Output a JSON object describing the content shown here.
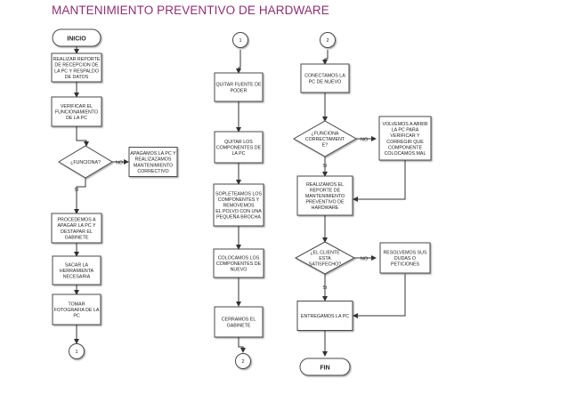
{
  "title": "MANTENIMIENTO PREVENTIVO DE HARDWARE",
  "colors": {
    "title": "#8e2f73",
    "stroke": "#4a4a4a",
    "line": "#333333"
  },
  "nodes": {
    "inicio": "INICIO",
    "fin": "FIN",
    "conn_top_1": "1",
    "conn_top_2": "2",
    "conn_end_1": "1",
    "conn_end_2": "2",
    "realizar_reporte": [
      "REALIZAR REPORTE",
      "DE RECEPCION DE",
      "LA PC Y RESPALDO",
      "DE DATOS"
    ],
    "verificar": [
      "VERIFICAR EL",
      "FUNCIONAMIENTO",
      "DE LA PC"
    ],
    "funciona": [
      "¿FUNCIONA?"
    ],
    "apagamos_pc": [
      "APAGAMOS LA PC Y",
      "REALIZAZAMOS",
      "MANTENIMIENTO",
      "CORRECTIVO"
    ],
    "procedemos": [
      "PROCEDEMOS A",
      "APAGAR LA PC Y",
      "DESTAPAR EL",
      "GABINETE"
    ],
    "sacar": [
      "SACAR LA",
      "HERRAMIENTA",
      "NECESARIA"
    ],
    "tomar": [
      "TOMAR",
      "FOTOGRAFIA DE LA",
      "PC"
    ],
    "quitar_fuente": [
      "QUITAR FUENTE DE",
      "PODER"
    ],
    "quitar_componentes": [
      "QUITAR LOS",
      "COMPONENTES DE",
      "LA PC"
    ],
    "sopleteamos": [
      "SOPLETEAMOS LOS",
      "COMPONENTES Y",
      "REMOVEMOS",
      "EL POLVO CON UNA",
      "PEQUEÑA BROCHA"
    ],
    "colocamos": [
      "COLOCAMOS LOS",
      "COMPONENTES DE",
      "NUEVO"
    ],
    "cerramos": [
      "CERRAMOS EL",
      "GABINETE"
    ],
    "conectamos": [
      "CONECTAMOS LA",
      "PC DE NUEVO"
    ],
    "funciona_correcto": [
      "¿FUNCIONA",
      "CORRECTAMENT",
      "E?"
    ],
    "volvemos": [
      "VOLVEMOS A ABRIR",
      "LA PC PARA",
      "VERIFICAR Y",
      "CORREGIR QUE",
      "COMPONENTE",
      "COLOCAMOS MAL"
    ],
    "realizamos_reporte": [
      "REALIZAMOS EL",
      "REPORTE DE",
      "MANTENIMIENTO",
      "PREVENTIVO DE",
      "HARDWARE"
    ],
    "cliente": [
      "¿EL CLIENTE",
      "ESTA",
      "SATISFECHO?"
    ],
    "resolvemos": [
      "RESOLVEMOS SUS",
      "DUDAS O",
      "PETICIONES"
    ],
    "entregamos": [
      "ENTREGAMOS LA PC"
    ]
  },
  "edge_labels": {
    "no_1": "NO",
    "si_1": "SI",
    "no_2": "NO",
    "si_2": "SI",
    "no_3": "NO",
    "si_3": "SI"
  }
}
